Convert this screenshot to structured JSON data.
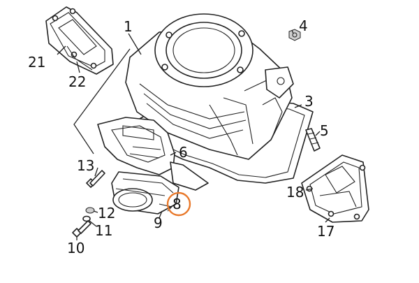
{
  "labels": {
    "l1": "1",
    "l4": "4",
    "l21": "21",
    "l22": "22",
    "l3": "3",
    "l5": "5",
    "l6": "6",
    "l13": "13",
    "l18": "18",
    "l8": "8",
    "l12": "12",
    "l11": "11",
    "l9": "9",
    "l17": "17",
    "l10": "10"
  },
  "highlight": {
    "part": "8",
    "color": "#e8782a"
  }
}
